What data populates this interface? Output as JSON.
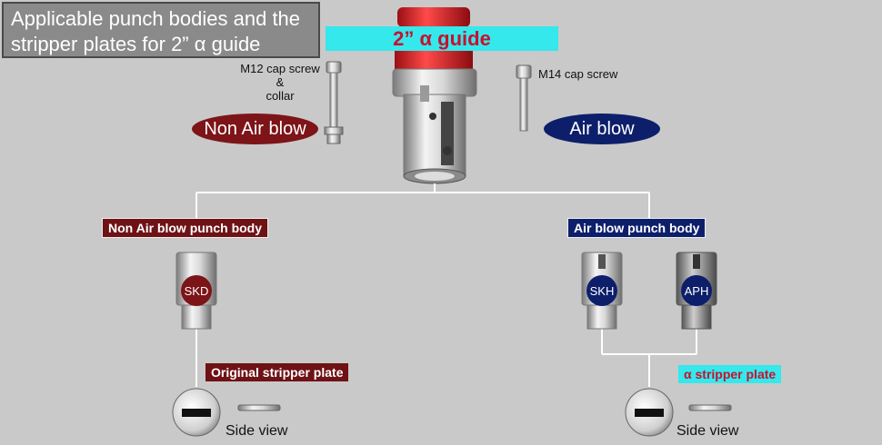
{
  "title": {
    "line1": "Applicable punch bodies and the",
    "line2": "stripper plates for 2” α guide"
  },
  "guide_banner": "2” α guide",
  "screws": {
    "m12_line1": "M12 cap screw",
    "m12_line2": "&",
    "m12_line3": "collar",
    "m14": "M14 cap screw"
  },
  "ovals": {
    "non_air": "Non Air blow",
    "air": "Air blow"
  },
  "bodies": {
    "non_air_tag": "Non Air blow punch body",
    "air_tag": "Air blow punch body",
    "skd": "SKD",
    "skh": "SKH",
    "aph": "APH"
  },
  "plates": {
    "original": "Original stripper plate",
    "alpha": "α stripper plate",
    "side_view_left": "Side view",
    "side_view_right": "Side view"
  },
  "colors": {
    "background": "#c9c9c9",
    "non_air_red": "#7d1418",
    "air_blue": "#0d1f6b",
    "cyan": "#34e8ec",
    "banner_text_red": "#c8102e"
  }
}
